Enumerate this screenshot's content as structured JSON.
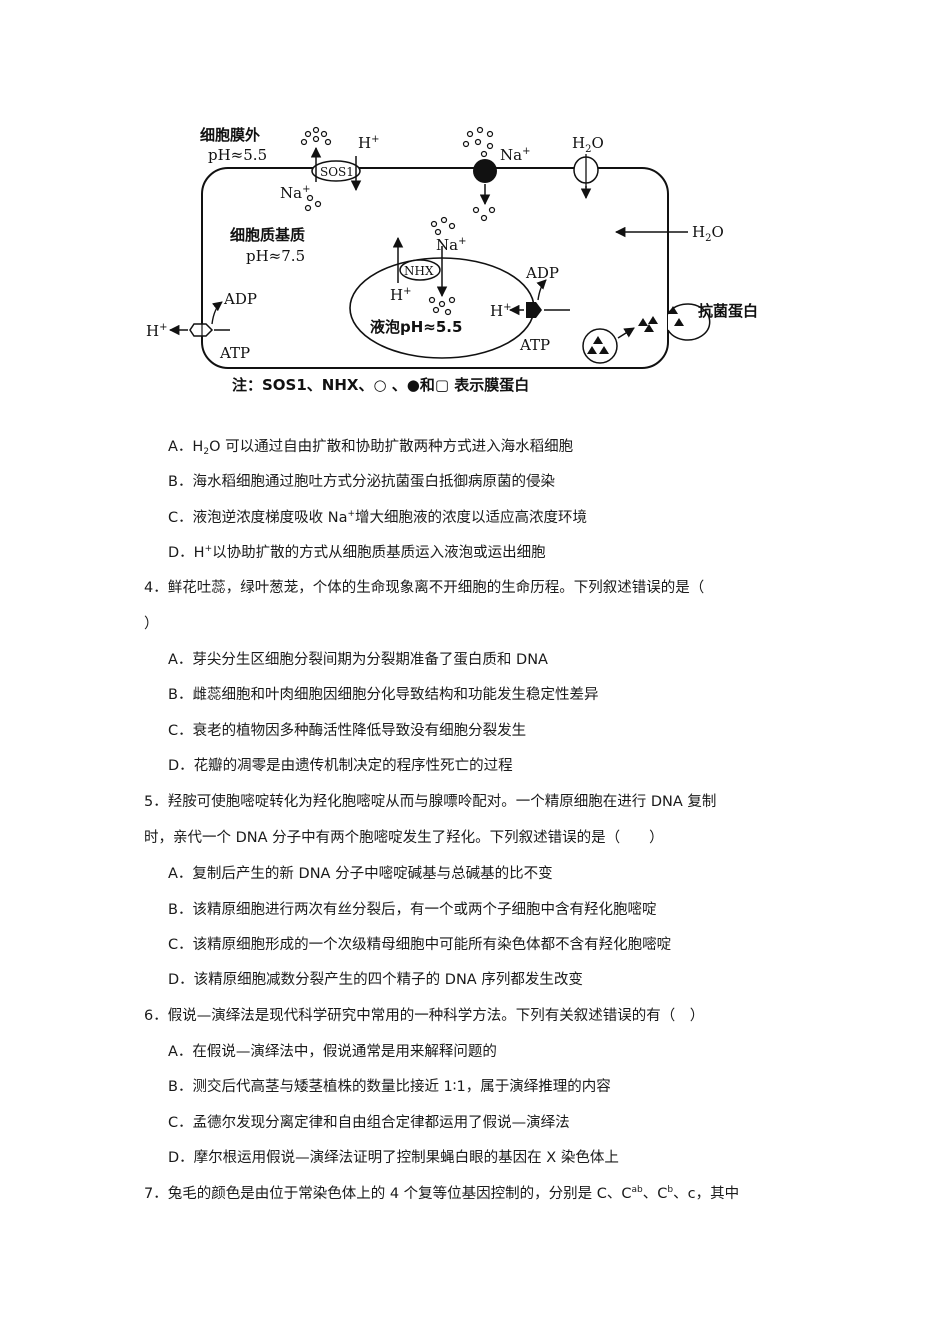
{
  "diagram": {
    "outside_label_1": "细胞膜外",
    "outside_label_2": "pH≈5.5",
    "cytoplasm_label_1": "细胞质基质",
    "cytoplasm_label_2": "pH≈7.5",
    "vacuole_label": "液泡pH≈5.5",
    "sos1": "SOS1",
    "nhx": "NHX",
    "na": "Na",
    "h": "H",
    "h2o_top": "H",
    "h2o_side": "H",
    "adp": "ADP",
    "atp": "ATP",
    "antibacterial": "抗菌蛋白",
    "note": "注：SOS1、NHX、○ 、●和▢ 表示膜蛋白"
  },
  "options_q3": {
    "a_letter": "A．",
    "a_pre": "H",
    "a_sub": "2",
    "a_post": "O 可以通过自由扩散和协助扩散两种方式进入海水稻细胞",
    "b": "B．海水稻细胞通过胞吐方式分泌抗菌蛋白抵御病原菌的侵染",
    "c_pre": "C．液泡逆浓度梯度吸收 Na",
    "c_sup": "+",
    "c_post": "增大细胞液的浓度以适应高浓度环境",
    "d_pre": "D．H",
    "d_sup": "+",
    "d_post": "以协助扩散的方式从细胞质基质运入液泡或运出细胞"
  },
  "q4": {
    "stem_1": "4．鲜花吐蕊，绿叶葱茏，个体的生命现象离不开细胞的生命历程。下列叙述错误的是（",
    "stem_2": "）",
    "a": "A．芽尖分生区细胞分裂间期为分裂期准备了蛋白质和 DNA",
    "b": "B．雌蕊细胞和叶肉细胞因细胞分化导致结构和功能发生稳定性差异",
    "c": "C．衰老的植物因多种酶活性降低导致没有细胞分裂发生",
    "d": "D．花瓣的凋零是由遗传机制决定的程序性死亡的过程"
  },
  "q5": {
    "stem_1": "5．羟胺可使胞嘧啶转化为羟化胞嘧啶从而与腺嘌呤配对。一个精原细胞在进行 DNA 复制",
    "stem_2": "时，亲代一个 DNA 分子中有两个胞嘧啶发生了羟化。下列叙述错误的是（　　）",
    "a": "A．复制后产生的新 DNA 分子中嘧啶碱基与总碱基的比不变",
    "b": "B．该精原细胞进行两次有丝分裂后，有一个或两个子细胞中含有羟化胞嘧啶",
    "c": "C．该精原细胞形成的一个次级精母细胞中可能所有染色体都不含有羟化胞嘧啶",
    "d": "D．该精原细胞减数分裂产生的四个精子的 DNA 序列都发生改变"
  },
  "q6": {
    "stem": "6．假说—演绎法是现代科学研究中常用的一种科学方法。下列有关叙述错误的有（　）",
    "a": "A．在假说—演绎法中，假说通常是用来解释问题的",
    "b": "B．测交后代高茎与矮茎植株的数量比接近 1∶1，属于演绎推理的内容",
    "c": "C．孟德尔发现分离定律和自由组合定律都运用了假说—演绎法",
    "d": "D．摩尔根运用假说—演绎法证明了控制果蝇白眼的基因在 X 染色体上"
  },
  "q7": {
    "stem_pre": "7．兔毛的颜色是由位于常染色体上的 4 个复等位基因控制的，分别是 C、C",
    "sup_ab": "ab",
    "mid": "、C",
    "sup_b": "b",
    "stem_post": "、c，其中"
  }
}
